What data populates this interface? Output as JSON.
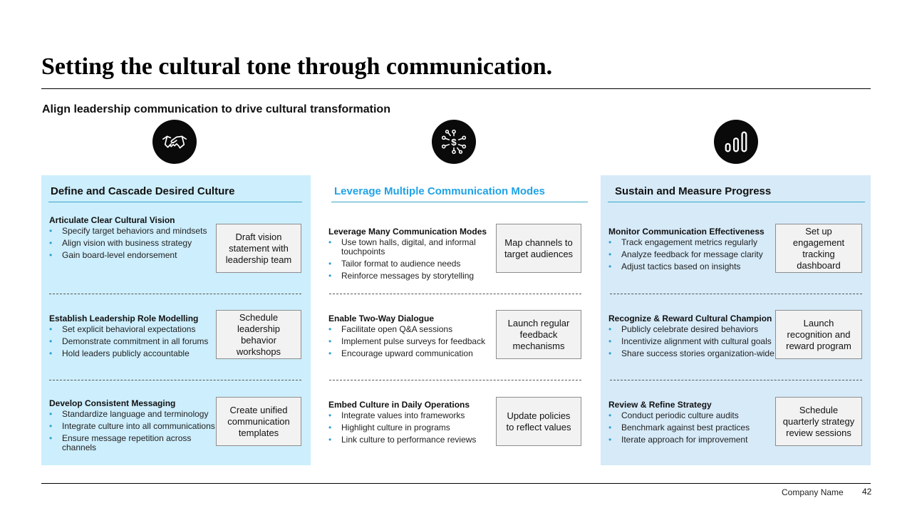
{
  "title": "Setting the cultural tone through communication.",
  "subtitle": "Align leadership communication to drive cultural transformation",
  "colors": {
    "panel_light": "#cdeefc",
    "panel_soft": "#d6eaf8",
    "accent_blue": "#1fa3e6",
    "bullet": "#2f9fd0"
  },
  "icons": [
    "handshake-icon",
    "network-dollar-icon",
    "bar-chart-icon"
  ],
  "columns": [
    {
      "title": "Define and Cascade Desired Culture",
      "sections": [
        {
          "title": "Articulate Clear Cultural Vision",
          "bullets": [
            "Specify target behaviors and mindsets",
            "Align vision with business strategy",
            "Gain board-level endorsement"
          ],
          "action": "Draft vision statement with leadership team"
        },
        {
          "title": "Establish Leadership Role Modelling",
          "bullets": [
            "Set explicit behavioral expectations",
            "Demonstrate commitment in all forums",
            "Hold leaders publicly accountable"
          ],
          "action": "Schedule leadership behavior workshops"
        },
        {
          "title": "Develop Consistent Messaging",
          "bullets": [
            "Standardize language and terminology",
            "Integrate culture into all communications",
            "Ensure message repetition across channels"
          ],
          "action": "Create unified communication templates"
        }
      ]
    },
    {
      "title": "Leverage Multiple Communication Modes",
      "sections": [
        {
          "title": "Leverage Many Communication Modes",
          "bullets": [
            "Use town halls, digital, and informal touchpoints",
            "Tailor format to audience needs",
            "Reinforce messages by storytelling"
          ],
          "action": "Map channels to target audiences"
        },
        {
          "title": "Enable Two-Way Dialogue",
          "bullets": [
            "Facilitate open Q&A sessions",
            "Implement pulse surveys for feedback",
            "Encourage upward communication"
          ],
          "action": "Launch regular feedback mechanisms"
        },
        {
          "title": "Embed Culture in Daily Operations",
          "bullets": [
            "Integrate values into frameworks",
            "Highlight culture in programs",
            "Link culture to performance reviews"
          ],
          "action": "Update policies to reflect values"
        }
      ]
    },
    {
      "title": "Sustain and Measure Progress",
      "sections": [
        {
          "title": "Monitor Communication Effectiveness",
          "bullets": [
            "Track engagement metrics regularly",
            "Analyze feedback for message clarity",
            "Adjust tactics based on insights"
          ],
          "action": "Set up engagement tracking dashboard"
        },
        {
          "title": "Recognize & Reward Cultural Champion",
          "bullets": [
            "Publicly celebrate desired behaviors",
            "Incentivize alignment with cultural goals",
            "Share success stories organization-wide"
          ],
          "action": "Launch recognition and reward program"
        },
        {
          "title": "Review & Refine Strategy",
          "bullets": [
            "Conduct periodic culture audits",
            "Benchmark against best practices",
            "Iterate approach for improvement"
          ],
          "action": "Schedule quarterly strategy review sessions"
        }
      ]
    }
  ],
  "footer": {
    "company": "Company Name",
    "page": "42"
  }
}
